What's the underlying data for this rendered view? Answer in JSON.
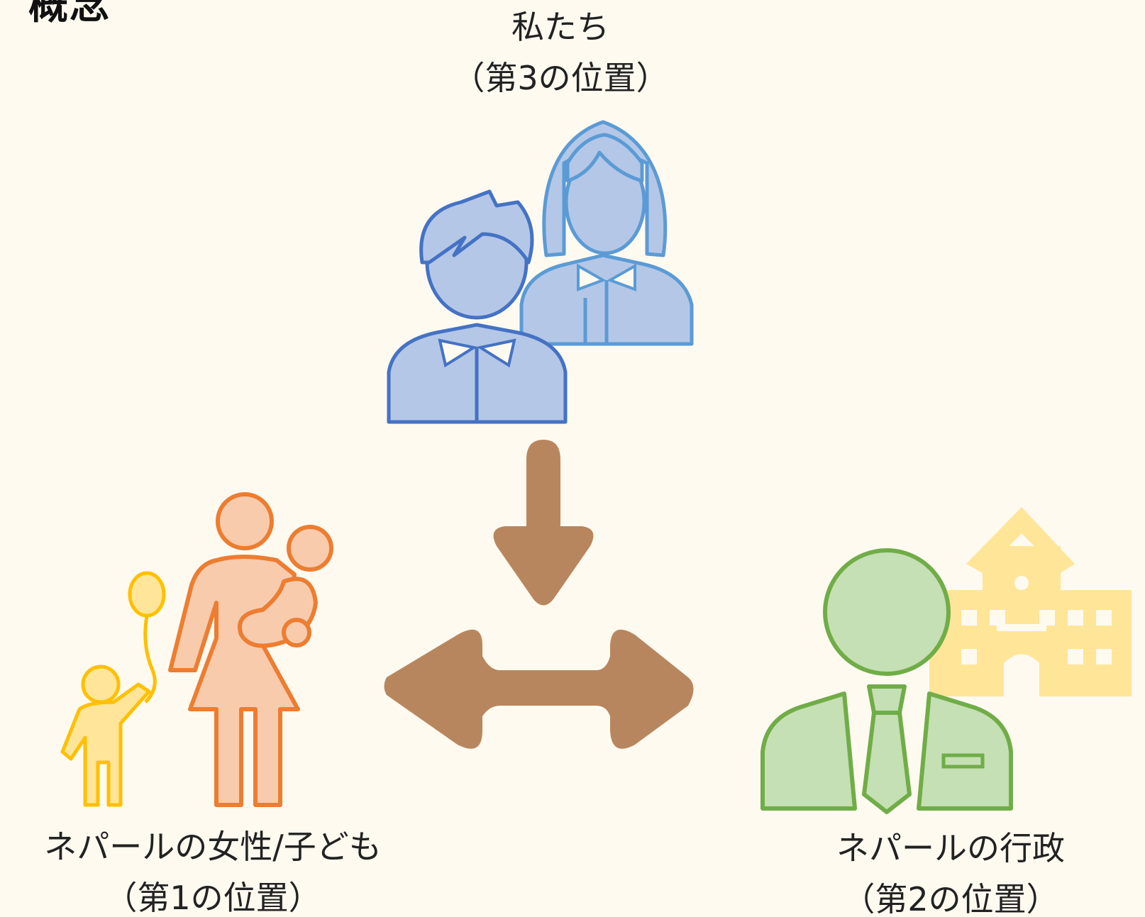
{
  "heading": {
    "text": "概念"
  },
  "nodes": {
    "us": {
      "name": "私たち",
      "position": "（第3の位置）",
      "color": "#4472c4"
    },
    "women_children": {
      "name": "ネパールの女性/子ども",
      "position": "（第1の位置）",
      "color": "#ed7d31"
    },
    "government": {
      "name": "ネパールの行政",
      "position": "（第2の位置）",
      "color": "#70ad47"
    }
  },
  "arrows": {
    "color": "#b8865e"
  },
  "school_icon": {
    "color": "#ffe598"
  },
  "child_icon": {
    "color": "#ffc000"
  }
}
